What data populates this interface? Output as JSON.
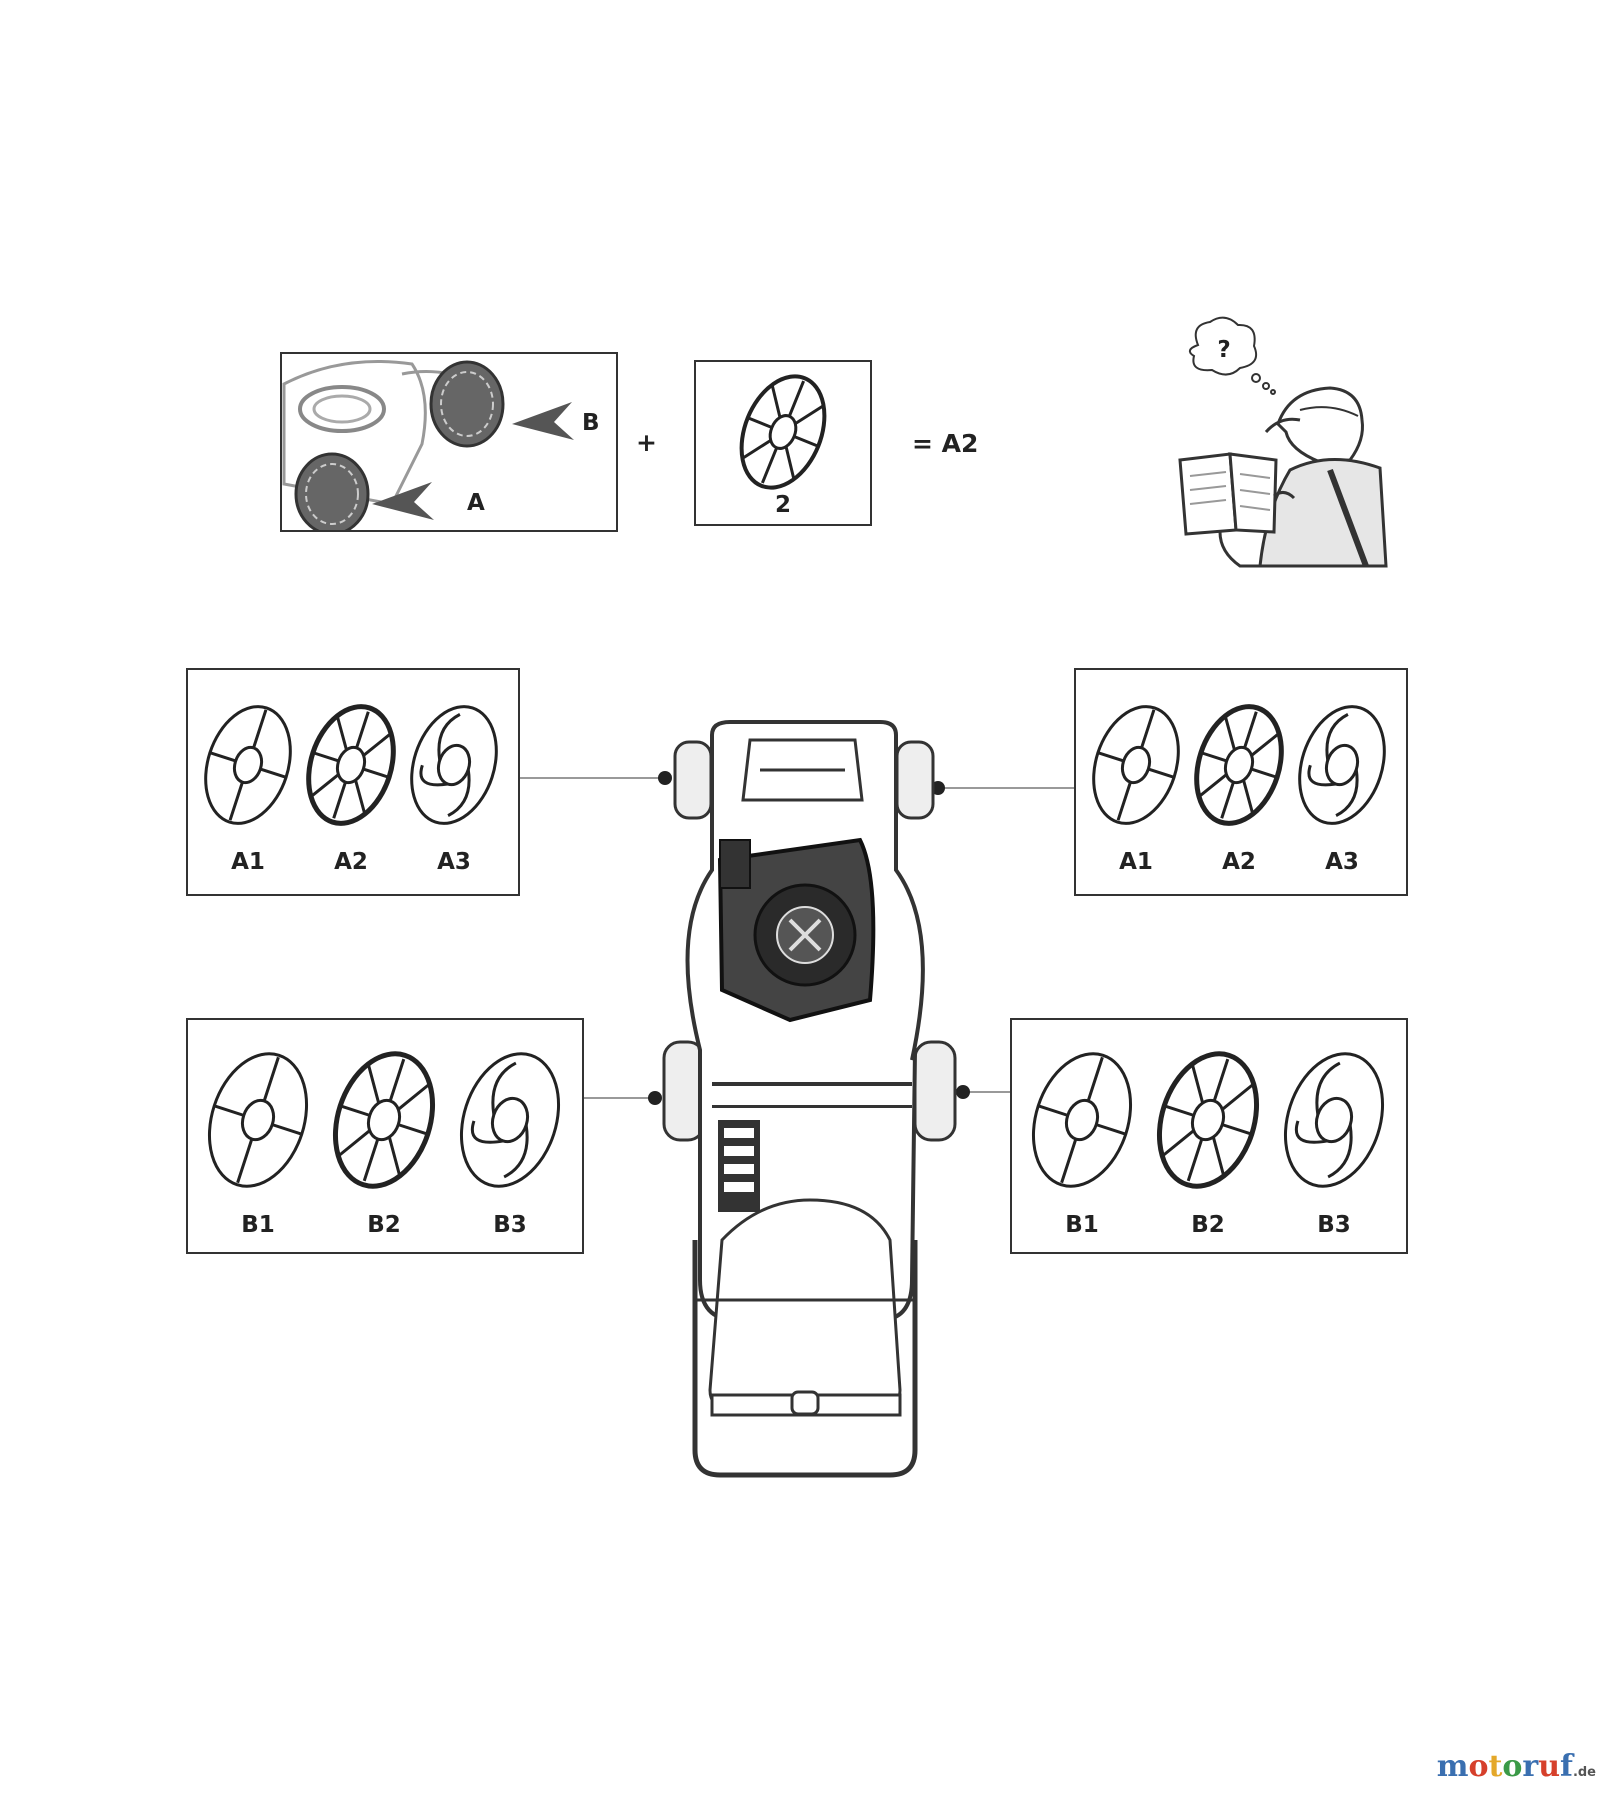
{
  "header_equation": {
    "mower_ref": {
      "label_a": "A",
      "label_b": "B"
    },
    "plus": "+",
    "single_cover_label": "2",
    "result": "= A2"
  },
  "thinking_mark": "?",
  "panels": {
    "front_left": {
      "labels": [
        "A1",
        "A2",
        "A3"
      ]
    },
    "front_right": {
      "labels": [
        "A1",
        "A2",
        "A3"
      ]
    },
    "rear_left": {
      "labels": [
        "B1",
        "B2",
        "B3"
      ]
    },
    "rear_right": {
      "labels": [
        "B1",
        "B2",
        "B3"
      ]
    }
  },
  "watermark": {
    "letters": [
      "m",
      "o",
      "t",
      "o",
      "r",
      "u",
      "f"
    ],
    "tld": ".de"
  },
  "colors": {
    "line": "#222222",
    "wheel_fill": "#eeeeee",
    "connector": "#999999"
  }
}
